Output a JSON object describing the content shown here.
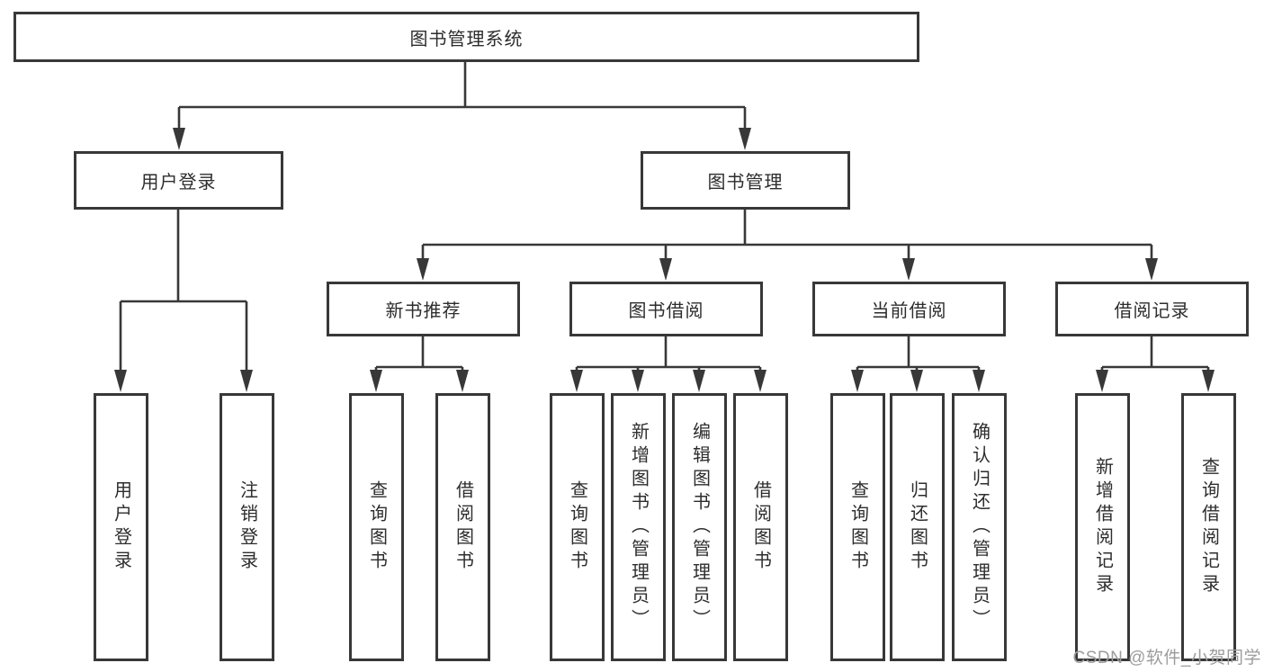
{
  "diagram_title": "图书管理系统",
  "tree": {
    "label": "图书管理系统",
    "children": [
      {
        "label": "用户登录",
        "children": [
          {
            "label": "用户登录"
          },
          {
            "label": "注销登录"
          }
        ]
      },
      {
        "label": "图书管理",
        "children": [
          {
            "label": "新书推荐",
            "children": [
              {
                "label": "查询图书"
              },
              {
                "label": "借阅图书"
              }
            ]
          },
          {
            "label": "图书借阅",
            "children": [
              {
                "label": "查询图书"
              },
              {
                "label": "新增图书（管理员）"
              },
              {
                "label": "编辑图书（管理员）"
              },
              {
                "label": "借阅图书"
              }
            ]
          },
          {
            "label": "当前借阅",
            "children": [
              {
                "label": "查询图书"
              },
              {
                "label": "归还图书"
              },
              {
                "label": "确认归还（管理员）"
              }
            ]
          },
          {
            "label": "借阅记录",
            "children": [
              {
                "label": "新增借阅记录"
              },
              {
                "label": "查询借阅记录"
              }
            ]
          }
        ]
      }
    ]
  },
  "watermark": {
    "text": "CSDN @软件_小贺同学"
  },
  "colors": {
    "line": "#383838",
    "box_border": "#383838",
    "text": "#2d2d2d",
    "watermark": "#9c9c9c",
    "background": "#ffffff"
  }
}
